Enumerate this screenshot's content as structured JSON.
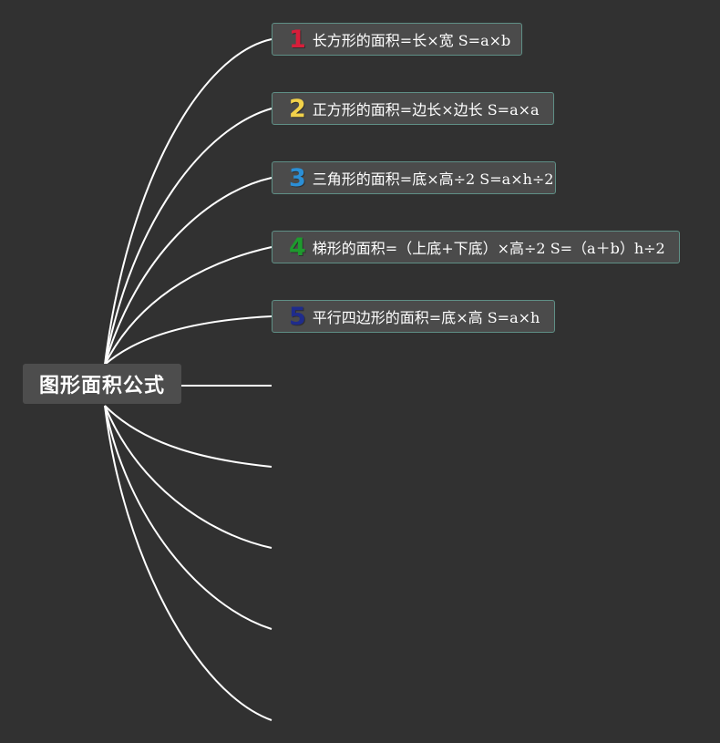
{
  "root": {
    "label": "图形面积公式"
  },
  "topics": [
    {
      "badge": "1",
      "badge_color": "#d81e3a",
      "text": "长方形的面积=长×宽 S=a×b"
    },
    {
      "badge": "2",
      "badge_color": "#f2d24a",
      "text": "正方形的面积=边长×边长 S=a×a"
    },
    {
      "badge": "3",
      "badge_color": "#2b8fd6",
      "text": "三角形的面积=底×高÷2 S=a×h÷2"
    },
    {
      "badge": "4",
      "badge_color": "#1e9a2e",
      "text": "梯形的面积=（上底+下底）×高÷2 S=（a＋b）h÷2"
    },
    {
      "badge": "5",
      "badge_color": "#1f2c8c",
      "text": "平行四边形的面积=底×高 S=a×h"
    }
  ],
  "colors": {
    "background": "#313131",
    "connector": "#ffffff",
    "topic_border": "#5f8f86"
  }
}
